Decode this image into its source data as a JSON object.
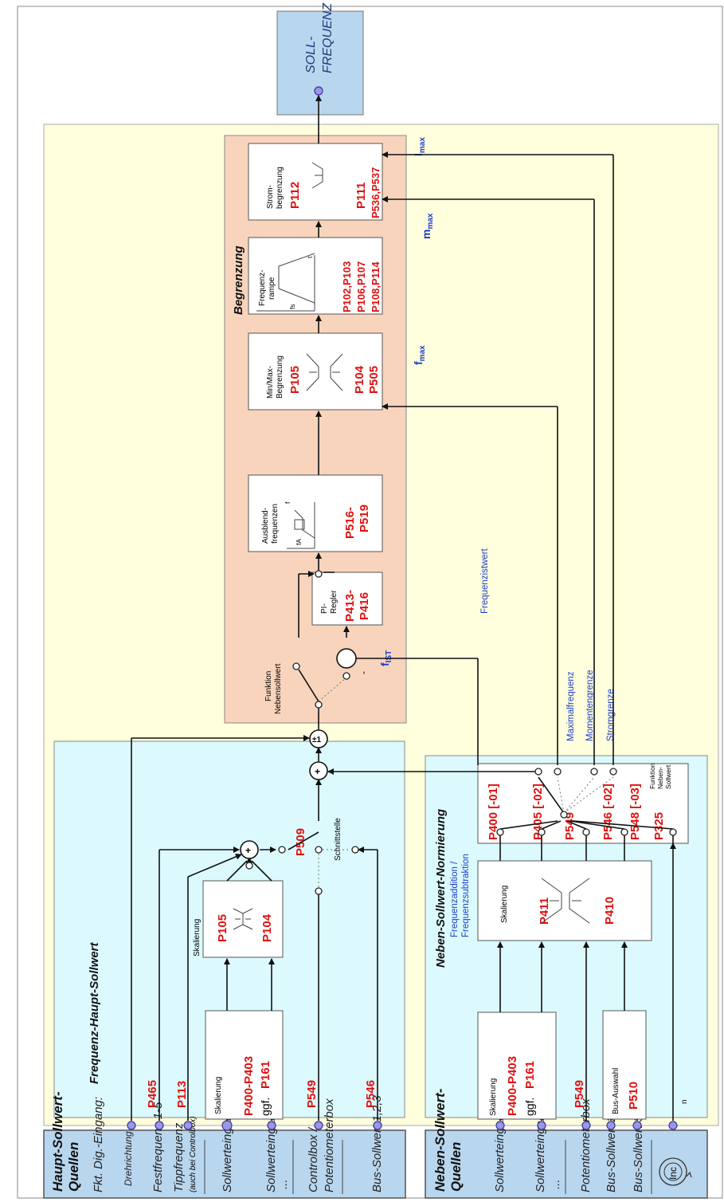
{
  "soll_frequenz": [
    "SOLL-",
    "FREQUENZ"
  ],
  "haupt": {
    "title": [
      "Haupt-Sollwert-",
      "Quellen"
    ],
    "dig_label": "Fkt. Dig.-Eingang:",
    "items": {
      "drehrichtung": "Drehrichtung",
      "festfrequenz": "Festfrequenz 1-5",
      "tippfrequenz": "Tippfrequenz",
      "tipp_note": "(auch bei Controlbox)",
      "sw1": "Sollwerteingang 1",
      "sw2": "Sollwerteingang 2",
      "dots": "...",
      "controlbox": [
        "Controlbox /",
        "Potentiometerbox"
      ],
      "bus": "Bus-Sollwert 1,2,3"
    }
  },
  "neben": {
    "title": [
      "Neben-Sollwert-",
      "Quellen"
    ],
    "items": {
      "sw1": "Sollwerteingang 1",
      "sw2": "Sollwerteingang 2",
      "dots": "...",
      "poti": "Potentiometerbox",
      "bus2": "Bus-Sollwert 2",
      "bus3": "Bus-Sollwert 3",
      "inc": "Inc"
    }
  },
  "fhs": {
    "title": "Frequenz-Haupt-Sollwert",
    "p465": "P465",
    "p113": "P113",
    "skal_box": {
      "label": "Skalierung",
      "p1": "P400-P403",
      "p2pre": "ggf.",
      "p2": "P161"
    },
    "p549": "P549",
    "p546": "P546",
    "skal2": {
      "label": "Skalierung",
      "p1": "P105",
      "p2": "P104"
    },
    "p509": "P509",
    "schnittstelle": "Schnittstelle"
  },
  "nsn": {
    "title": "Neben-Sollwert-Normierung",
    "sub": [
      "Frequenzaddition /",
      "Frequenzsubtraktion"
    ],
    "skal_box": {
      "label": "Skalierung",
      "p1": "P400-P403",
      "p2pre": "ggf.",
      "p2": "P161"
    },
    "p549": "P549",
    "bus_box": {
      "label": "Bus-Auswahl",
      "p": "P510"
    },
    "n": "n",
    "skal2": {
      "label": "Skalierung",
      "p1": "P411",
      "p2": "P410"
    },
    "selector": {
      "params": [
        "P400 [-01]",
        "P405 [-02]",
        "P549",
        "P546 [-02]",
        "P548 [-03]",
        "P325"
      ],
      "func": [
        "Funktion",
        "Neben-",
        "Sollwert"
      ]
    }
  },
  "begrenzung": {
    "title": "Begrenzung",
    "funktion": [
      "Funktion",
      "Nebensollwert"
    ],
    "pi": {
      "label": [
        "PI-",
        "Regler"
      ],
      "p": [
        "P413-",
        "P416"
      ]
    },
    "fist": "f",
    "fist_sub": "IST",
    "minus": "-",
    "ausblend": {
      "label": [
        "Ausblend-",
        "frequenzen"
      ],
      "p": [
        "P516-",
        "P519"
      ],
      "f": "f",
      "fa": "fA"
    },
    "minmax": {
      "label": [
        "Min/Max-",
        "Begrenzung"
      ],
      "p1": "P105",
      "p2": "P104",
      "p3": "P505"
    },
    "rampe": {
      "label": [
        "Frequenz-",
        "rampe"
      ],
      "p": [
        "P102,P103",
        "P106,P107",
        "P108,P114"
      ],
      "fs": "fs",
      "t": "t"
    },
    "strom": {
      "label": [
        "Strom-",
        "begrenzung"
      ],
      "p1": "P112",
      "p2": "P111",
      "p3": "P536,P537"
    }
  },
  "plus": "+",
  "pm1": "±1",
  "labels": {
    "frequenzistwert": "Frequenzistwert",
    "maximalfrequenz": "Maximalfrequenz",
    "momentengrenze": "Momentengrenze",
    "stromgrenze": "Stromgrenze",
    "fmax": "f",
    "fmax_sub": "max",
    "mmax": "m",
    "mmax_sub": "max",
    "imax": "I",
    "imax_sub": "max"
  }
}
